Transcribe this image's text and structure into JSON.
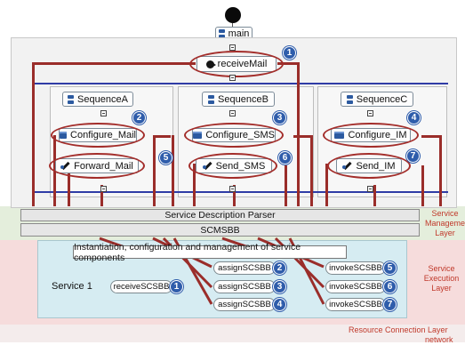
{
  "diagram": {
    "top_node": {
      "label": "main"
    },
    "receive_node": {
      "label": "receiveMail",
      "badge": "1"
    },
    "sequences": [
      {
        "label": "SequenceA",
        "configure": "Configure_Mail",
        "configure_badge": "2",
        "action": "Forward_Mail",
        "action_badge": "5"
      },
      {
        "label": "SequenceB",
        "configure": "Configure_SMS",
        "configure_badge": "3",
        "action": "Send_SMS",
        "action_badge": "6"
      },
      {
        "label": "SequenceC",
        "configure": "Configure_IM",
        "configure_badge": "4",
        "action": "Send_IM",
        "action_badge": "7"
      }
    ],
    "parser_label": "Service Description Parser",
    "scsmbb_label": "SCMSBB",
    "instantiation_label": "Instantiation, configuration and management of service components",
    "service_label": "Service 1",
    "receive_bb": {
      "label": "receiveSCSBB",
      "badge": "1"
    },
    "assign_bbs": [
      {
        "label": "assignSCSBB",
        "badge": "2"
      },
      {
        "label": "assignSCSBB",
        "badge": "3"
      },
      {
        "label": "assignSCSBB",
        "badge": "4"
      }
    ],
    "invoke_bbs": [
      {
        "label": "invokeSCSBB",
        "badge": "5"
      },
      {
        "label": "invokeSCSBB",
        "badge": "6"
      },
      {
        "label": "invokeSCSBB",
        "badge": "7"
      }
    ],
    "layers": {
      "management": "Service\nManagement\nLayer",
      "execution": "Service\nExecution\nLayer",
      "resource": "Resource Connection Layer",
      "network": "network"
    },
    "colors": {
      "wire": "#9a2d2a",
      "badge": "#2f5dab",
      "layer_text": "#c0392b",
      "management_band": "#e4eedc",
      "execution_band": "#f6dcdc",
      "service_box": "#d6ecf2"
    }
  }
}
